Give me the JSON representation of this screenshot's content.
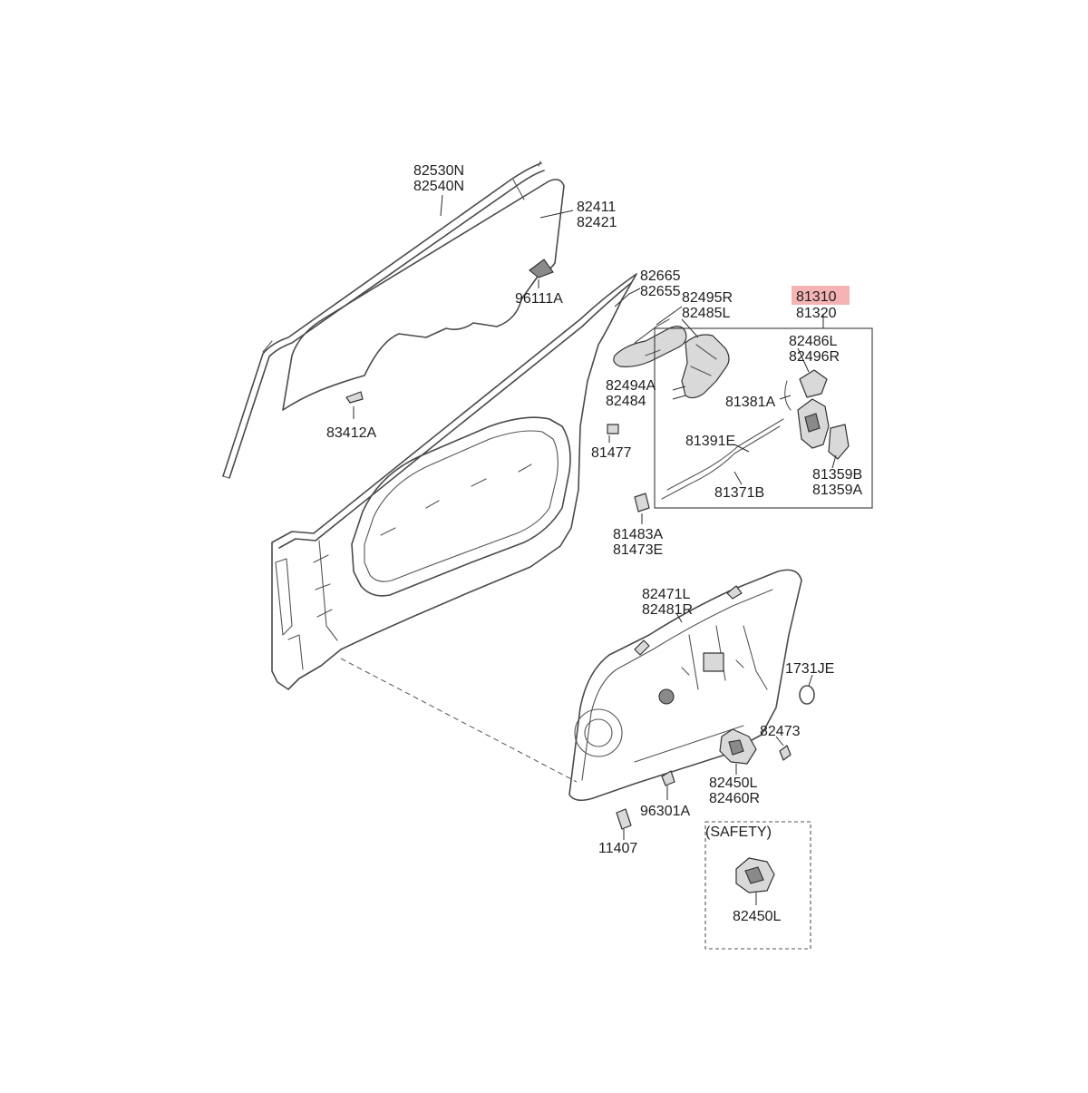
{
  "highlight_color": "#f5b3b3",
  "labels": {
    "p82530n": "82530N",
    "p82540n": "82540N",
    "p82411": "82411",
    "p82421": "82421",
    "p96111a": "96111A",
    "p83412a": "83412A",
    "p82665": "82665",
    "p82655": "82655",
    "p82495r": "82495R",
    "p82485l": "82485L",
    "p82494a": "82494A",
    "p82484": "82484",
    "p81310": "81310",
    "p81320": "81320",
    "p82486l": "82486L",
    "p82496r": "82496R",
    "p81381a": "81381A",
    "p81391e": "81391E",
    "p81371b": "81371B",
    "p81359b": "81359B",
    "p81359a": "81359A",
    "p81477": "81477",
    "p81483a": "81483A",
    "p81473e": "81473E",
    "p82471l": "82471L",
    "p82481r": "82481R",
    "p1731je": "1731JE",
    "p82473": "82473",
    "p82450l": "82450L",
    "p82460r": "82460R",
    "p96301a": "96301A",
    "p11407": "11407",
    "safety": "(SAFETY)",
    "p82450l_safety": "82450L"
  }
}
